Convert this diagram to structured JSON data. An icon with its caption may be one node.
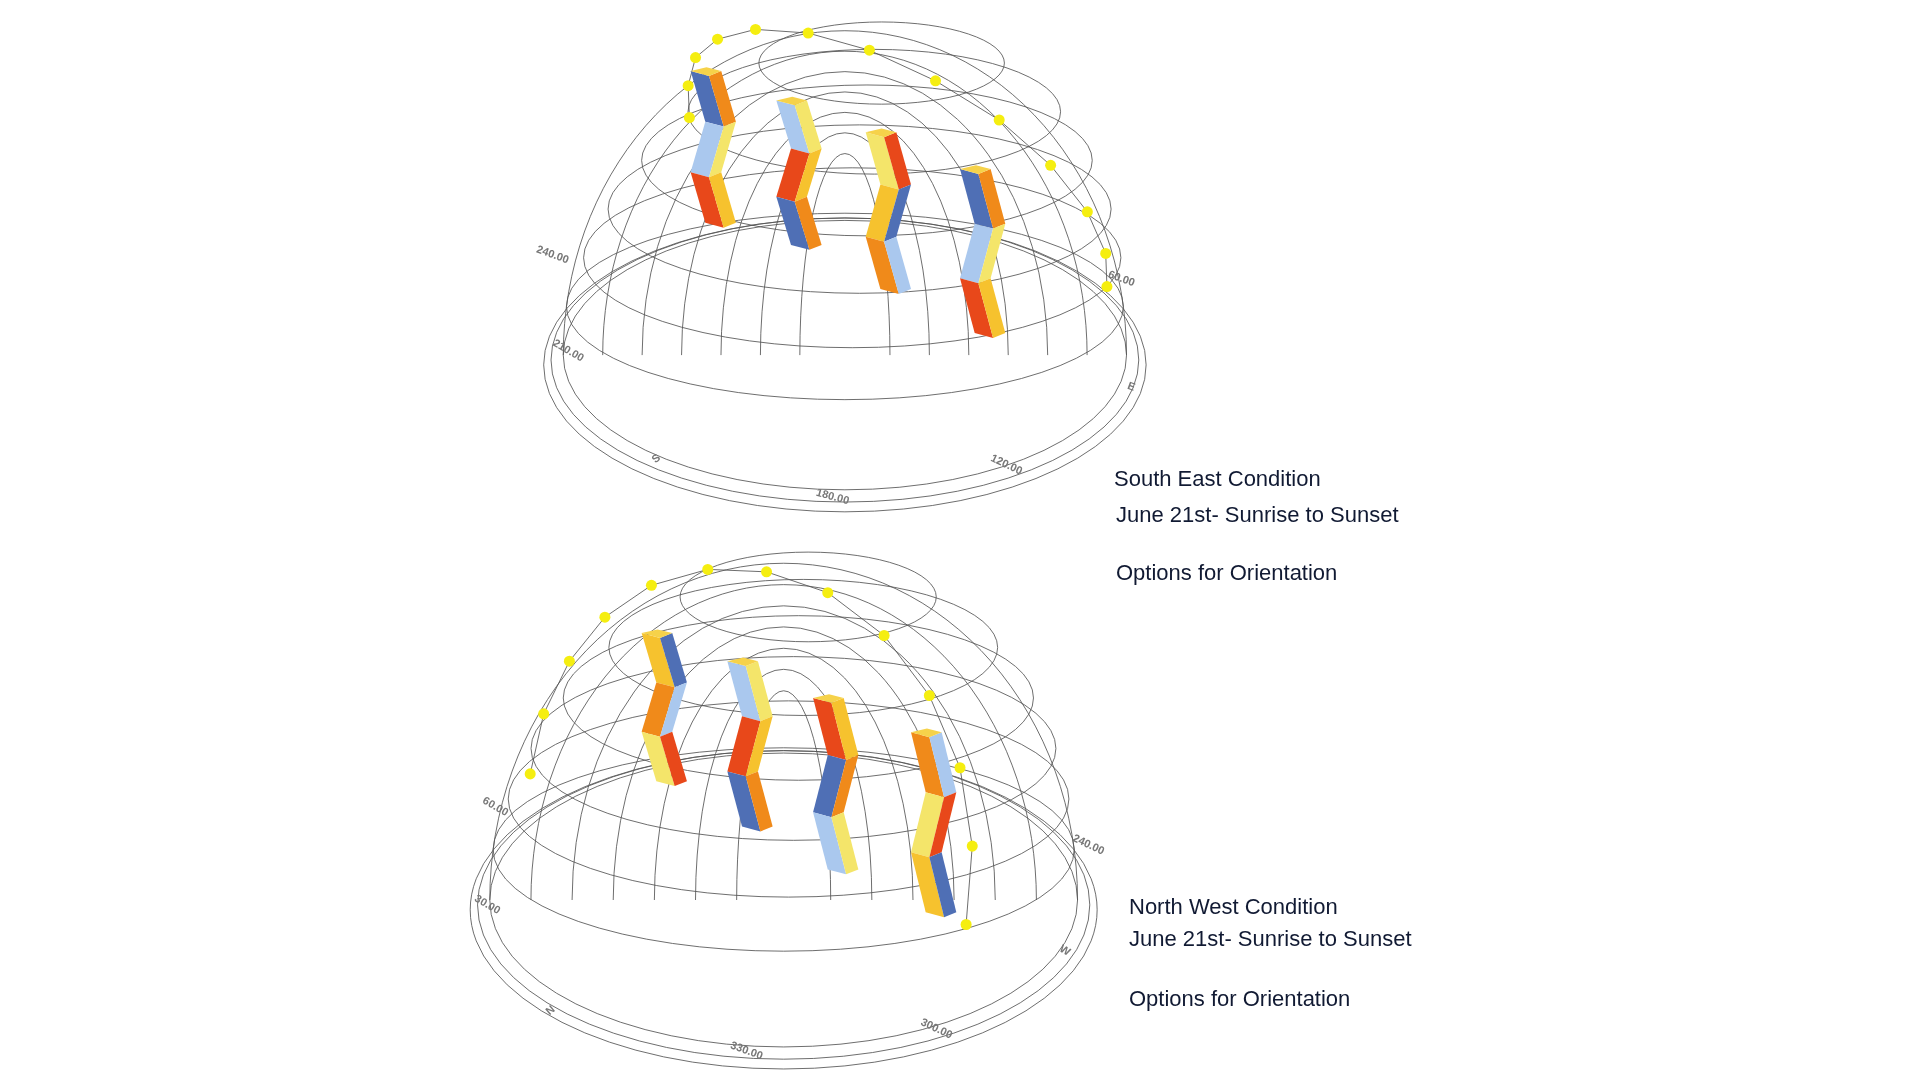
{
  "diagram": {
    "labels": [
      "240.00",
      "60.00",
      "210.00",
      "E",
      "S",
      "120.00",
      "180.00",
      "South East Condition",
      "June 21st- Sunrise to Sunset",
      "Options for Orientation",
      "60.00",
      "240.00",
      "30.00",
      "W",
      "N",
      "300.00",
      "330.00",
      "North West Condition",
      "June 21st- Sunrise to Sunset",
      "Options for Orientation"
    ]
  }
}
